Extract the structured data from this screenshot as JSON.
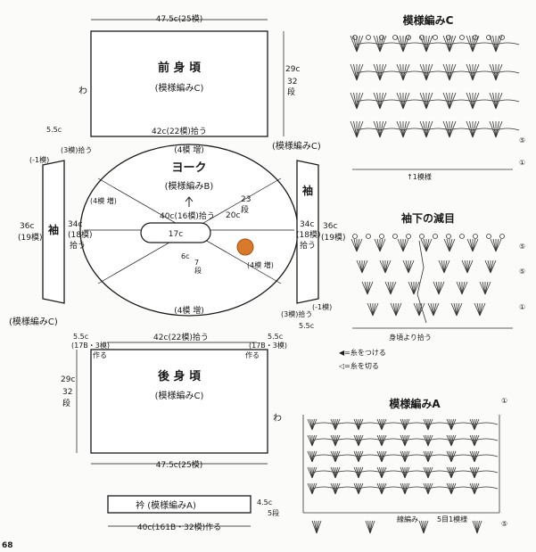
{
  "page_number": "68",
  "front": {
    "width": "47.5c(25模)",
    "title": "前 身 頃",
    "pattern": "(模様編みC)",
    "height": [
      "29c",
      "32",
      "段"
    ],
    "bottom": "42c(22模)拾う",
    "wa": "わ"
  },
  "yoke": {
    "title": "ヨーク",
    "pattern": "(模様編みB)",
    "top_inc": "(4模 増)",
    "bottom_inc": "(4模 増)",
    "left_inc": "(4模 増)",
    "right_inc": "(4模 増)",
    "pick": "40c(16模)拾う",
    "neck": "17c",
    "depth": [
      "6c",
      "7",
      "段"
    ],
    "rows": [
      "23",
      "段"
    ],
    "side": "20c"
  },
  "left_sleeve": {
    "title": "袖",
    "top_width": "5.5c",
    "top_count": "(3模)拾う",
    "dec": "(-1模)",
    "outer_height": [
      "36c",
      "(19模)"
    ],
    "inner_height": [
      "34c",
      "(18模)",
      "拾う"
    ],
    "pattern": "(模様編みC)"
  },
  "right_sleeve": {
    "title": "袖",
    "pattern_top": "(模様編みC)",
    "outer_height": [
      "36c",
      "(19模)"
    ],
    "inner_height": [
      "34c",
      "(18模)",
      "拾う"
    ],
    "bottom_count": "(3模)拾う",
    "dec": "(-1模)",
    "bottom_width": "5.5c"
  },
  "back": {
    "title": "後 身 頃",
    "pattern": "(模様編みC)",
    "top": "42c(22模)拾う",
    "left_note": [
      "5.5c",
      "(17B・3模)",
      "作る"
    ],
    "right_note": [
      "5.5c",
      "(17B・3模)",
      "作る"
    ],
    "height": [
      "29c",
      "32",
      "段"
    ],
    "width": "47.5c(25模)",
    "wa": "わ"
  },
  "collar": {
    "title": "衿 (模様編みA)",
    "height": "4.5c",
    "rows": "5段",
    "width": "40c(161B・32模)作る"
  },
  "charts": {
    "c_title": "模様編みC",
    "c_footer": "↑1模様",
    "c_rows": [
      "⑤",
      "①"
    ],
    "sleeve_title": "袖下の減目",
    "sleeve_note": "身頃より拾う",
    "sleeve_rows": [
      "⑤",
      "⑤",
      "①"
    ],
    "legend_attach": "◀=糸をつける",
    "legend_cut": "◁=糸を切る",
    "a_title": "模様編みA",
    "a_footer_left": "線編み",
    "a_footer_right": "5目1模様",
    "a_rows": [
      "①",
      "⑤"
    ]
  },
  "colors": {
    "ink": "#1a1a1a",
    "ball": "#d97a2a",
    "paper": "#fbfbf9"
  },
  "icons": [
    "yarn-ball-icon",
    "arrow-up-icon"
  ]
}
